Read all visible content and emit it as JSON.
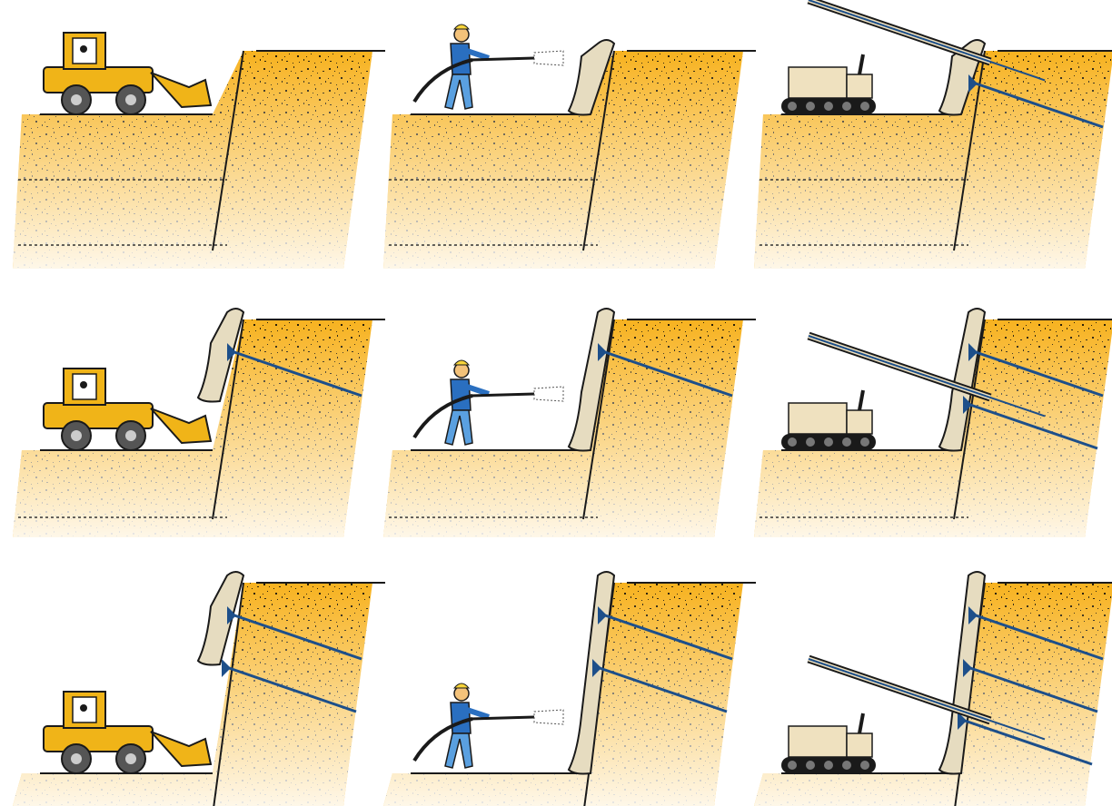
{
  "figure": {
    "kind": "soil-nail-wall-construction-sequence",
    "rows": 3,
    "columns": 3,
    "stage_icons": [
      "excavator-icon",
      "shotcrete-worker-icon",
      "drill-rig-icon"
    ],
    "colors": {
      "soil": "#f7b21f",
      "soil_speckle": "#000000",
      "shotcrete": "#e6dcc0",
      "nail": "#1d4f8a",
      "loader_body": "#f0b418",
      "worker_suit": "#2a6fc0",
      "drill_rig": "#efe1bf",
      "outline": "#1a1a1a"
    },
    "panels": [
      {
        "row": 1,
        "step": "excavate",
        "icon": "excavator-icon",
        "nails": 0
      },
      {
        "row": 1,
        "step": "shotcrete",
        "icon": "shotcrete-worker-icon",
        "nails": 0
      },
      {
        "row": 1,
        "step": "drill-and-install-nail",
        "icon": "drill-rig-icon",
        "nails": 1
      },
      {
        "row": 2,
        "step": "excavate",
        "icon": "excavator-icon",
        "nails": 1
      },
      {
        "row": 2,
        "step": "shotcrete",
        "icon": "shotcrete-worker-icon",
        "nails": 1
      },
      {
        "row": 2,
        "step": "drill-and-install-nail",
        "icon": "drill-rig-icon",
        "nails": 2
      },
      {
        "row": 3,
        "step": "excavate",
        "icon": "excavator-icon",
        "nails": 2
      },
      {
        "row": 3,
        "step": "shotcrete",
        "icon": "shotcrete-worker-icon",
        "nails": 2
      },
      {
        "row": 3,
        "step": "drill-and-install-nail",
        "icon": "drill-rig-icon",
        "nails": 3
      }
    ]
  }
}
